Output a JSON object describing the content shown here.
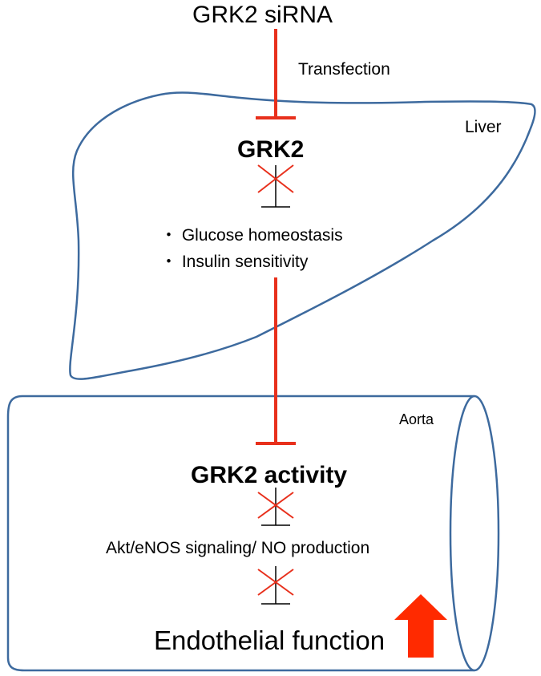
{
  "labels": {
    "sirna": "GRK2 siRNA",
    "transfection": "Transfection",
    "liver": "Liver",
    "grk2": "GRK2",
    "bullet1": "・ Glucose homeostasis",
    "bullet2": "・ Insulin sensitivity",
    "aorta": "Aorta",
    "grk2_activity": "GRK2 activity",
    "akt": "Akt/eNOS signaling/ NO production",
    "endothelial": "Endothelial function"
  },
  "colors": {
    "outline": "#3d6a9e",
    "inhibit": "#e8301c",
    "arrow": "#ff2a00",
    "black": "#000000"
  },
  "icons": [
    "inhibition-arrow",
    "blocked-inhibition-x",
    "up-arrow-icon"
  ]
}
